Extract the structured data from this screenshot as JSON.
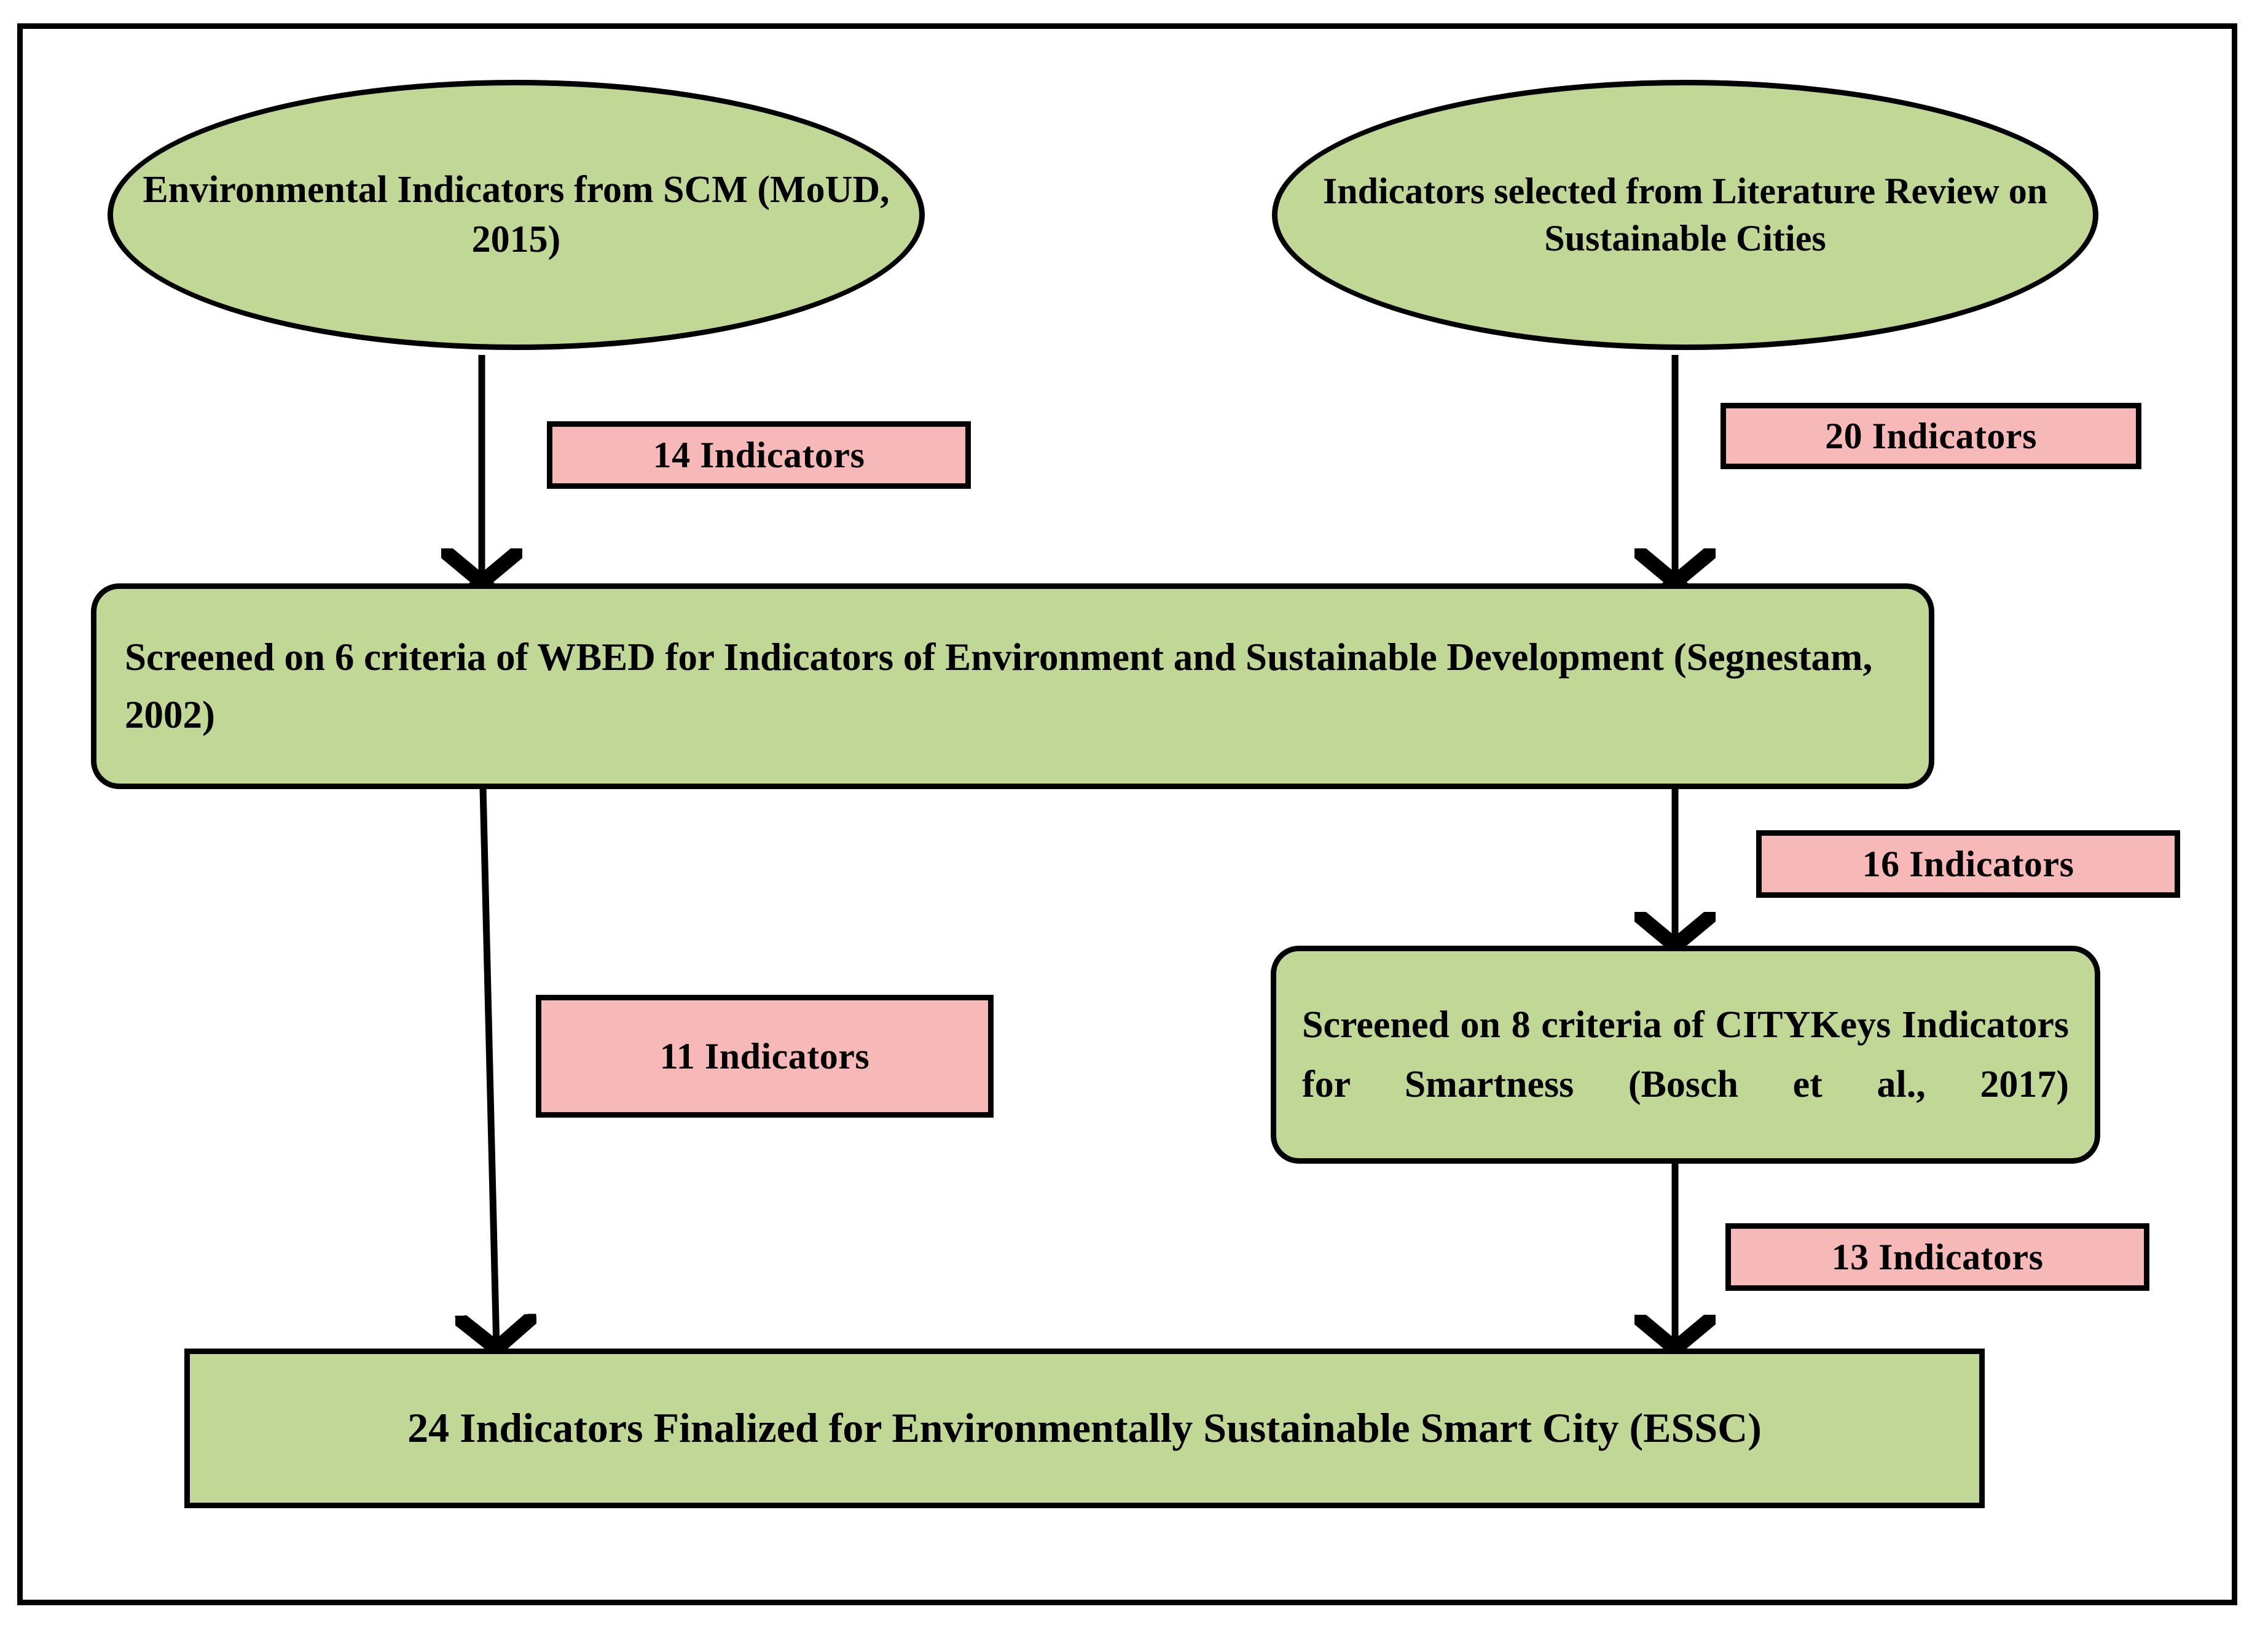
{
  "diagram": {
    "title_present": false,
    "colors": {
      "node_fill": "#c0d796",
      "tag_fill": "#f6b9b8",
      "stroke": "#000000",
      "background": "#ffffff"
    },
    "nodes": [
      {
        "id": "source-scm",
        "shape": "ellipse",
        "text": "Environmental Indicators from SCM (MoUD, 2015)"
      },
      {
        "id": "source-literature",
        "shape": "ellipse",
        "text": "Indicators selected from Literature Review on Sustainable Cities"
      },
      {
        "id": "screen-wbed",
        "shape": "rounded-rectangle",
        "text": "Screened on 6 criteria of WBED for Indicators of Environment and Sustainable Development (Segnestam, 2002)"
      },
      {
        "id": "screen-citykeys",
        "shape": "rounded-rectangle",
        "text": "Screened on 8 criteria of CITYKeys Indicators for Smartness (Bosch et al., 2017)"
      },
      {
        "id": "final-essc",
        "shape": "rectangle",
        "text": "24 Indicators Finalized  for Environmentally Sustainable Smart City (ESSC)"
      }
    ],
    "edge_labels": [
      {
        "id": "tag-14",
        "text": "14 Indicators",
        "from": "source-scm",
        "to": "screen-wbed"
      },
      {
        "id": "tag-20",
        "text": "20 Indicators",
        "from": "source-literature",
        "to": "screen-wbed"
      },
      {
        "id": "tag-16",
        "text": "16 Indicators",
        "from": "screen-wbed",
        "to": "screen-citykeys"
      },
      {
        "id": "tag-11",
        "text": "11 Indicators",
        "from": "screen-wbed",
        "to": "final-essc"
      },
      {
        "id": "tag-13",
        "text": "13 Indicators",
        "from": "screen-citykeys",
        "to": "final-essc"
      }
    ]
  }
}
